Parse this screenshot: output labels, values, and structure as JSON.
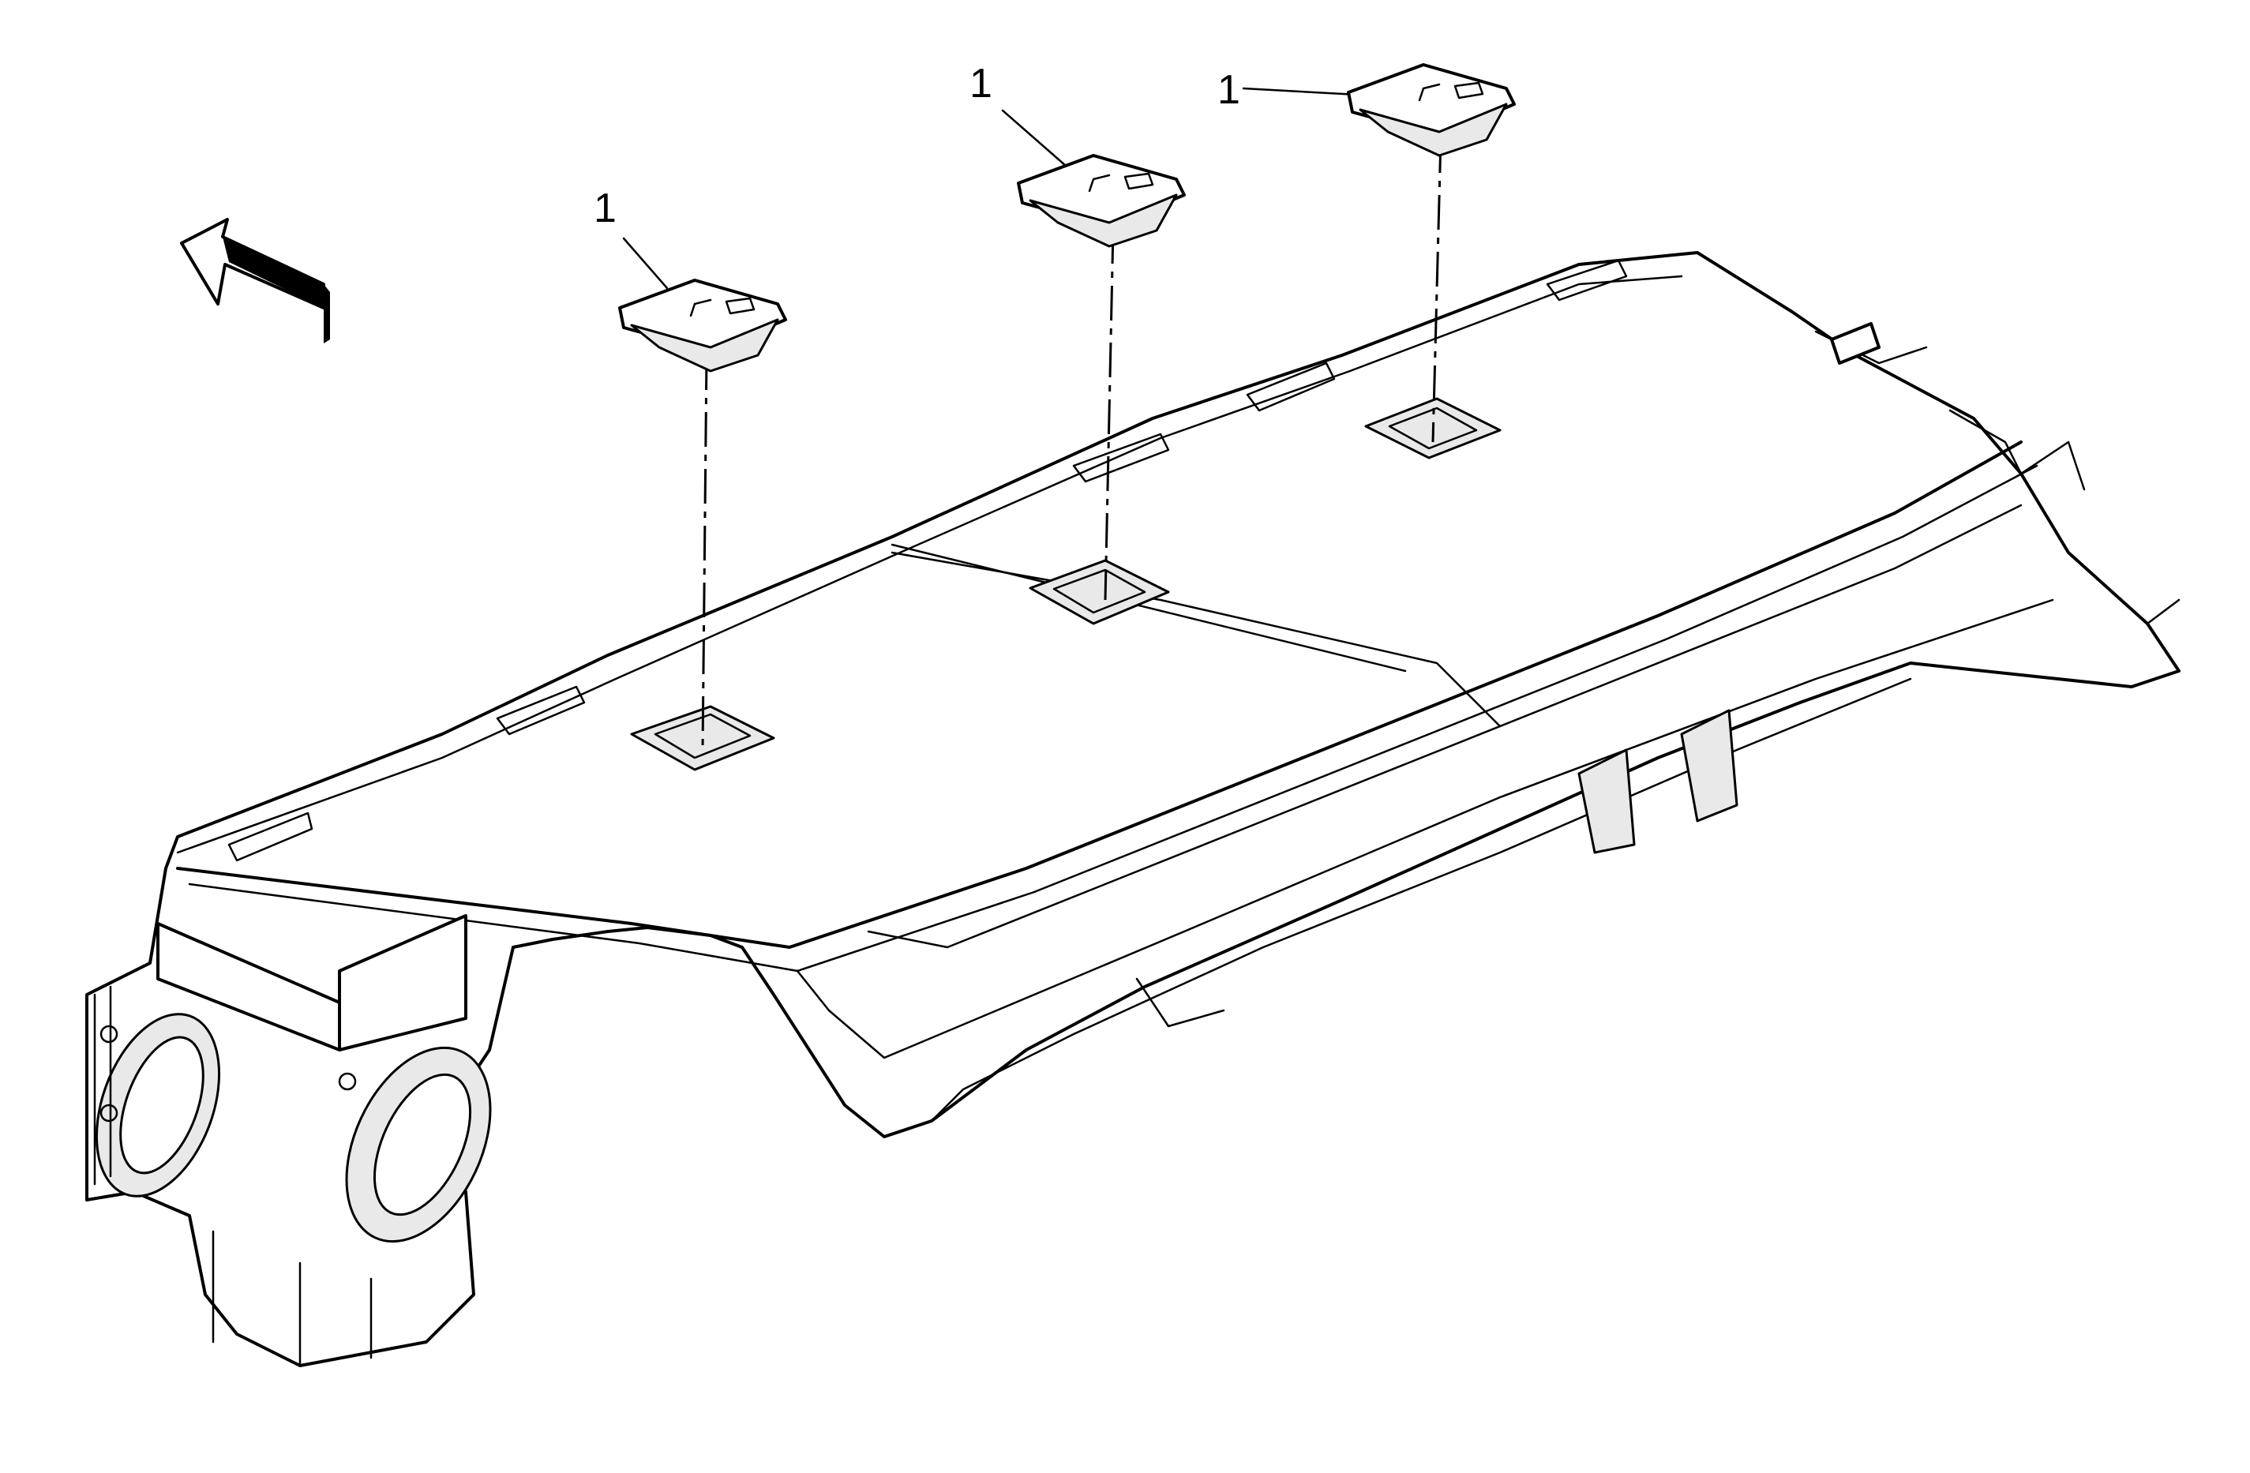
{
  "callouts": [
    {
      "id": "lbl-1",
      "text": "1"
    },
    {
      "id": "lbl-2",
      "text": "1"
    },
    {
      "id": "lbl-3",
      "text": "1"
    }
  ],
  "icons": [
    "direction-arrow-icon"
  ]
}
